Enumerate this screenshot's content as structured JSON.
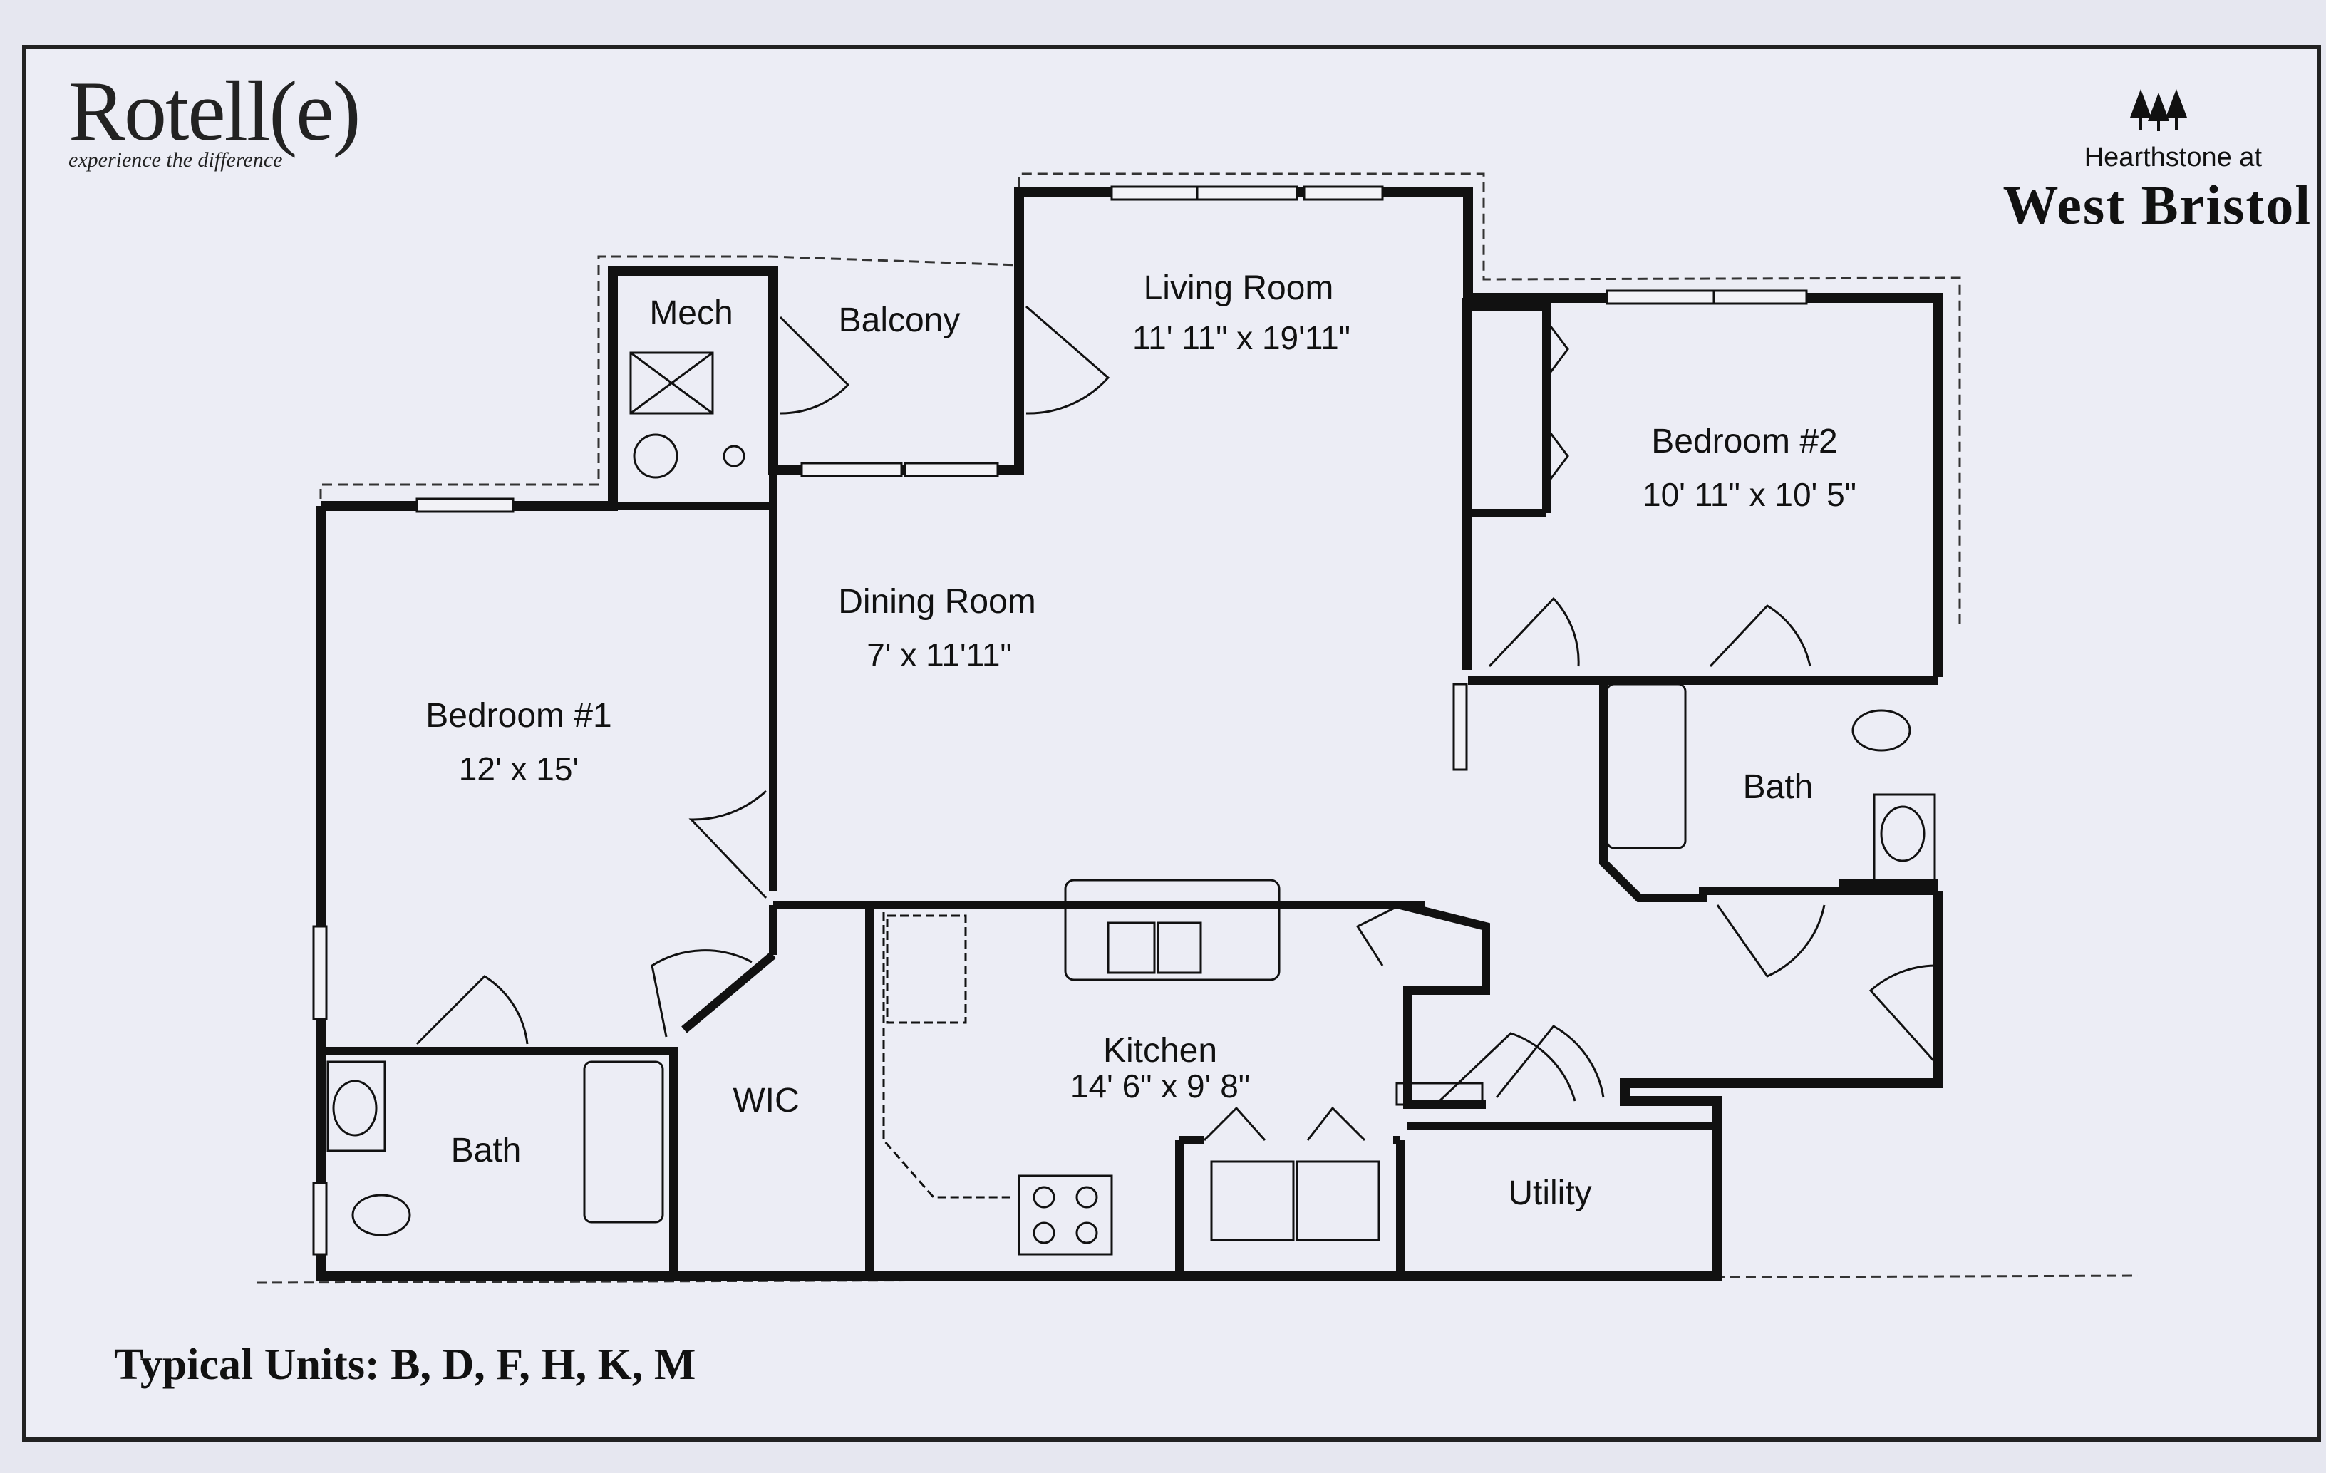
{
  "brand": {
    "name": "Rotell(e)",
    "tagline": "experience the difference"
  },
  "community": {
    "prefix": "Hearthstone at",
    "name": "West Bristol"
  },
  "units_note": "Typical Units: B, D, F, H, K, M",
  "rooms": {
    "mech": {
      "name": "Mech"
    },
    "balcony": {
      "name": "Balcony"
    },
    "living": {
      "name": "Living Room",
      "dims": "11' 11\" x 19'11\""
    },
    "dining": {
      "name": "Dining Room",
      "dims": "7' x 11'11\""
    },
    "bedroom1": {
      "name": "Bedroom #1",
      "dims": "12' x 15'"
    },
    "bedroom2": {
      "name": "Bedroom #2",
      "dims": "10' 11\" x 10' 5\""
    },
    "bath1": {
      "name": "Bath"
    },
    "bath2": {
      "name": "Bath"
    },
    "wic": {
      "name": "WIC"
    },
    "kitchen": {
      "name": "Kitchen",
      "dims": "14' 6\" x 9' 8\""
    },
    "utility": {
      "name": "Utility"
    }
  }
}
